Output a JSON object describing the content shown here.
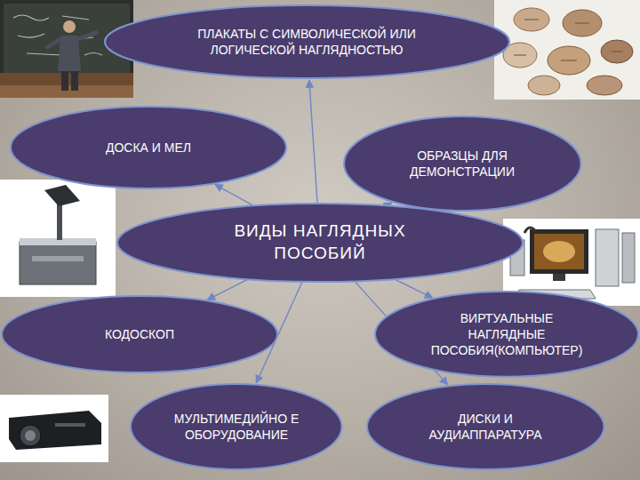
{
  "diagram": {
    "nodes": [
      {
        "text": [
          "ПЛАКАТЫ С СИМВОЛИЧЕСКОЙ ИЛИ ЛОГИЧЕСКОЙ НАГЛЯДНОСТЬЮ"
        ]
      },
      {
        "text": [
          "ДОСКА И МЕЛ"
        ]
      },
      {
        "text": [
          "ОБРАЗЦЫ ДЛЯ ДЕМОНСТРАЦИИ"
        ]
      },
      {
        "text": [
          "ВИДЫ НАГЛЯДНЫХ ПОСОБИЙ"
        ]
      },
      {
        "text": [
          "КОДОСКОП"
        ]
      },
      {
        "text": [
          "ВИРТУАЛЬНЫЕ НАГЛЯДНЫЕ ПОСОБИЯ(КОМПЬЮТЕР)"
        ]
      },
      {
        "text": [
          "МУЛЬТИМЕДИЙНО Е ОБОРУДОВАНИЕ"
        ]
      },
      {
        "text": [
          "ДИСКИ И АУДИАППАРАТУРА"
        ]
      }
    ],
    "edges": [
      {
        "from": 3,
        "to": 0,
        "arrow": "to"
      },
      {
        "from": 3,
        "to": 1,
        "arrow": "to"
      },
      {
        "from": 3,
        "to": 2,
        "arrow": "to"
      },
      {
        "from": 3,
        "to": 4,
        "arrow": "to"
      },
      {
        "from": 3,
        "to": 5,
        "arrow": "to"
      },
      {
        "from": 3,
        "to": 6,
        "arrow": "to"
      },
      {
        "from": 3,
        "to": 7,
        "arrow": "to"
      }
    ]
  }
}
